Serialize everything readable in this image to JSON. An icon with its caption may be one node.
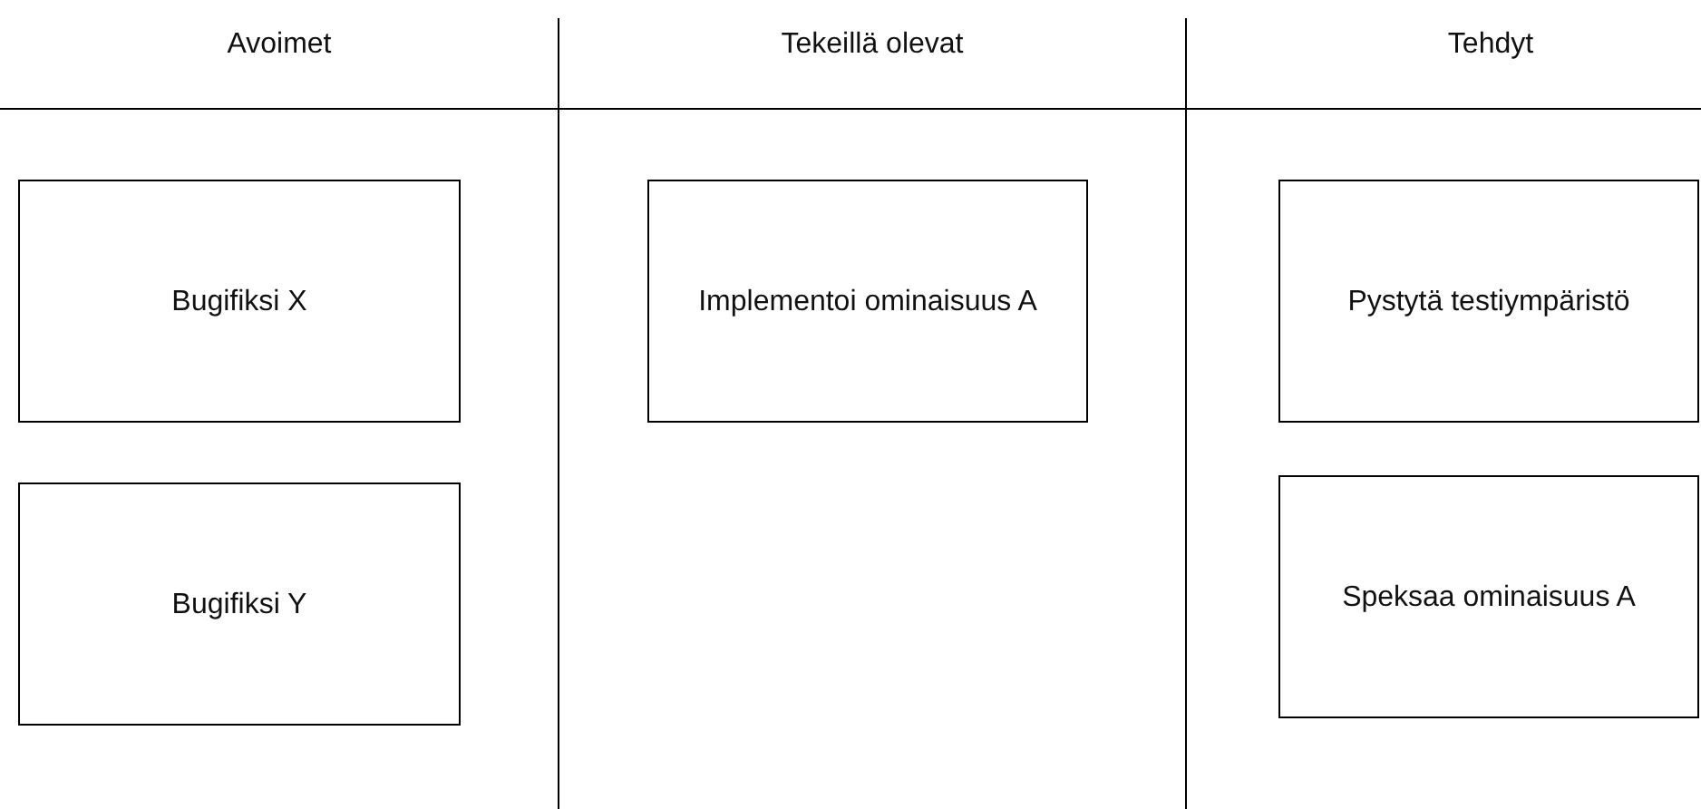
{
  "diagram": {
    "nodes": [
      {
        "text": [
          "Bugifiksi X"
        ]
      },
      {
        "text": [
          "Bugifiksi Y"
        ]
      },
      {
        "text": [
          "Implementoi ominaisuus A"
        ]
      },
      {
        "text": [
          "Pystytä testiympäristö"
        ]
      },
      {
        "text": [
          "Speksaa ominaisuus A"
        ]
      }
    ],
    "labels": [
      "Avoimet",
      "Tekeillä olevat",
      "Tehdyt"
    ]
  }
}
